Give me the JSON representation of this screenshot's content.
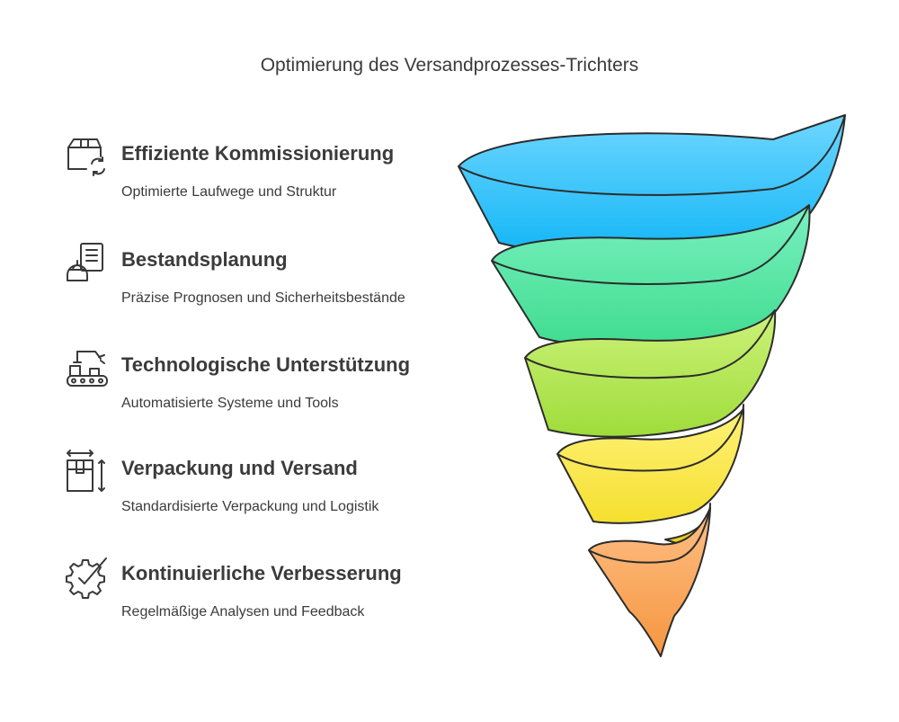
{
  "title": "Optimierung des Versandprozesses-Trichters",
  "steps": [
    {
      "title": "Effiziente Kommissionierung",
      "description": "Optimierte Laufwege und Struktur",
      "icon": "box-recycle-icon",
      "color": "#2bbcf7"
    },
    {
      "title": "Bestandsplanung",
      "description": "Präzise Prognosen und Sicherheitsbestände",
      "icon": "worker-checklist-icon",
      "color": "#55e29e"
    },
    {
      "title": "Technologische Unterstützung",
      "description": "Automatisierte Systeme und Tools",
      "icon": "robot-arm-conveyor-icon",
      "color": "#b6e24a"
    },
    {
      "title": "Verpackung und Versand",
      "description": "Standardisierte Verpackung und Logistik",
      "icon": "package-dimensions-icon",
      "color": "#f7e74a"
    },
    {
      "title": "Kontinuierliche Verbesserung",
      "description": "Regelmäßige Analysen und Feedback",
      "icon": "gear-check-icon",
      "color": "#f7a45a"
    }
  ]
}
